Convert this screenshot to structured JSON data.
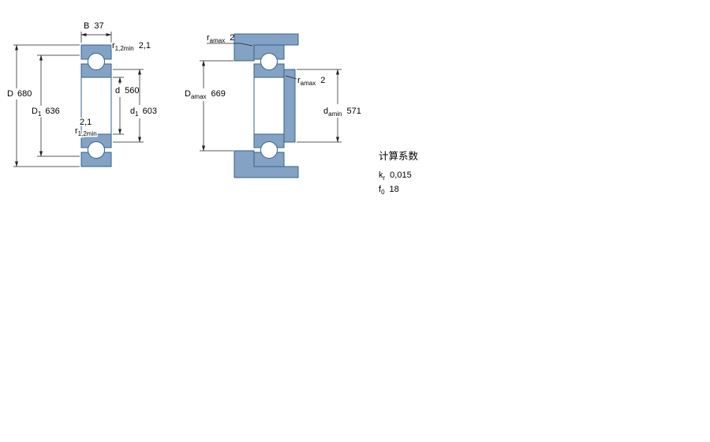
{
  "colors": {
    "fill": "#84A2C4",
    "stroke": "#33638C"
  },
  "left_view": {
    "B": {
      "base": "B",
      "value": "37"
    },
    "D": {
      "base": "D",
      "value": "680"
    },
    "D1": {
      "base": "D",
      "sub": "1",
      "value": "636"
    },
    "d": {
      "base": "d",
      "value": "560"
    },
    "d1": {
      "base": "d",
      "sub": "1",
      "value": "603"
    },
    "r12_top": {
      "base": "r",
      "sub": "1,2min",
      "value": "2,1"
    },
    "r12_bottom": {
      "base": "r",
      "sub": "1,2min",
      "value": "2,1"
    }
  },
  "mounting_view": {
    "ra_top": {
      "base": "r",
      "sub": "amax",
      "value": "2"
    },
    "ra_shaft": {
      "base": "r",
      "sub": "amax",
      "value": "2"
    },
    "Da": {
      "base": "D",
      "sub": "amax",
      "value": "669"
    },
    "da": {
      "base": "d",
      "sub": "amin",
      "value": "571"
    }
  },
  "calculation": {
    "title": "计算系数",
    "kr": {
      "base": "k",
      "sub": "r",
      "value": "0,015"
    },
    "f0": {
      "base": "f",
      "sub": "0",
      "value": "18"
    }
  }
}
